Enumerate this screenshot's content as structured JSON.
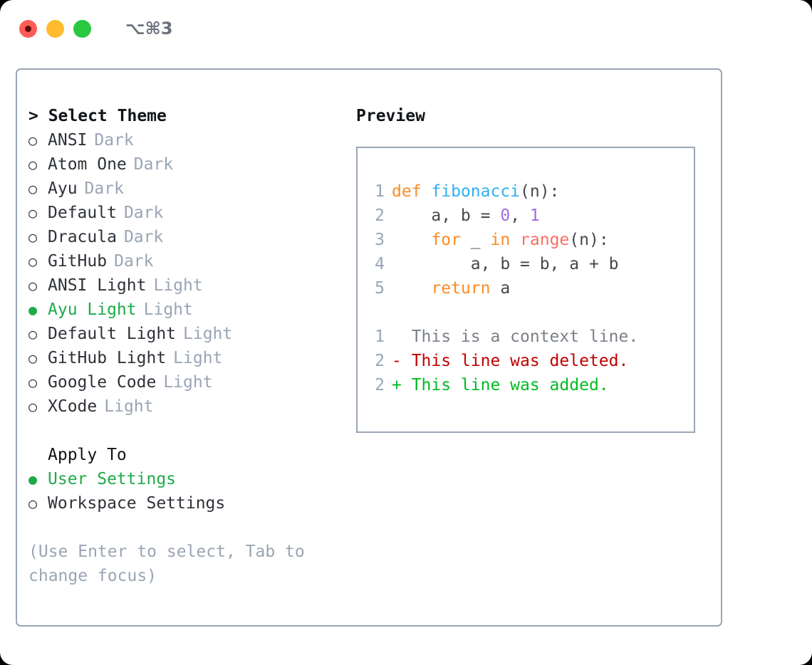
{
  "titlebar": {
    "shortcut": "⌥⌘3",
    "lights": [
      {
        "name": "close",
        "color": "#fd5d57"
      },
      {
        "name": "minimize",
        "color": "#febc2e"
      },
      {
        "name": "maximize",
        "color": "#28c840"
      }
    ]
  },
  "left": {
    "heading": "> Select Theme",
    "themes": [
      {
        "marker": "○",
        "label": "ANSI",
        "tag": "Dark",
        "selected": false
      },
      {
        "marker": "○",
        "label": "Atom One",
        "tag": "Dark",
        "selected": false
      },
      {
        "marker": "○",
        "label": "Ayu",
        "tag": "Dark",
        "selected": false
      },
      {
        "marker": "○",
        "label": "Default",
        "tag": "Dark",
        "selected": false
      },
      {
        "marker": "○",
        "label": "Dracula",
        "tag": "Dark",
        "selected": false
      },
      {
        "marker": "○",
        "label": "GitHub",
        "tag": "Dark",
        "selected": false
      },
      {
        "marker": "○",
        "label": "ANSI Light",
        "tag": "Light",
        "selected": false
      },
      {
        "marker": "●",
        "label": "Ayu Light",
        "tag": "Light",
        "selected": true
      },
      {
        "marker": "○",
        "label": "Default Light",
        "tag": "Light",
        "selected": false
      },
      {
        "marker": "○",
        "label": "GitHub Light",
        "tag": "Light",
        "selected": false
      },
      {
        "marker": "○",
        "label": "Google Code",
        "tag": "Light",
        "selected": false
      },
      {
        "marker": "○",
        "label": "XCode",
        "tag": "Light",
        "selected": false
      }
    ],
    "apply_to_heading": "Apply To",
    "apply_to": [
      {
        "marker": "●",
        "label": "User Settings",
        "selected": true
      },
      {
        "marker": "○",
        "label": "Workspace Settings",
        "selected": false
      }
    ],
    "hint": "(Use Enter to select, Tab to change focus)"
  },
  "preview": {
    "title": "Preview",
    "code_lines": [
      {
        "number": "1",
        "tokens": [
          {
            "text": "def ",
            "cls": "tok-kw"
          },
          {
            "text": "fibonacci",
            "cls": "tok-fn"
          },
          {
            "text": "(n):",
            "cls": "tok-plain"
          }
        ]
      },
      {
        "number": "2",
        "tokens": [
          {
            "text": "    a, b = ",
            "cls": "tok-plain"
          },
          {
            "text": "0",
            "cls": "tok-num"
          },
          {
            "text": ", ",
            "cls": "tok-plain"
          },
          {
            "text": "1",
            "cls": "tok-num"
          }
        ]
      },
      {
        "number": "3",
        "tokens": [
          {
            "text": "    ",
            "cls": "tok-plain"
          },
          {
            "text": "for",
            "cls": "tok-kw"
          },
          {
            "text": " _ ",
            "cls": "tok-plain"
          },
          {
            "text": "in",
            "cls": "tok-kw"
          },
          {
            "text": " ",
            "cls": "tok-plain"
          },
          {
            "text": "range",
            "cls": "tok-bi"
          },
          {
            "text": "(n):",
            "cls": "tok-plain"
          }
        ]
      },
      {
        "number": "4",
        "tokens": [
          {
            "text": "        a, b = b, a + b",
            "cls": "tok-plain"
          }
        ]
      },
      {
        "number": "5",
        "tokens": [
          {
            "text": "    ",
            "cls": "tok-plain"
          },
          {
            "text": "return",
            "cls": "tok-kw"
          },
          {
            "text": " a",
            "cls": "tok-plain"
          }
        ]
      }
    ],
    "diff_lines": [
      {
        "number": "1",
        "prefix": "  ",
        "text": "This is a context line.",
        "kind": "diff-ctx"
      },
      {
        "number": "2",
        "prefix": "- ",
        "text": "This line was deleted.",
        "kind": "diff-del"
      },
      {
        "number": "2",
        "prefix": "+ ",
        "text": "This line was added.",
        "kind": "diff-add"
      }
    ]
  },
  "colors": {
    "accent_green": "#1faa4b",
    "border": "#9aa5b4",
    "muted": "#9aa5b4",
    "keyword": "#fb8b24",
    "function": "#30b0f0",
    "number": "#a06be0",
    "builtin": "#fa6f62",
    "diff_added": "#00bb22",
    "diff_deleted": "#c00000"
  }
}
